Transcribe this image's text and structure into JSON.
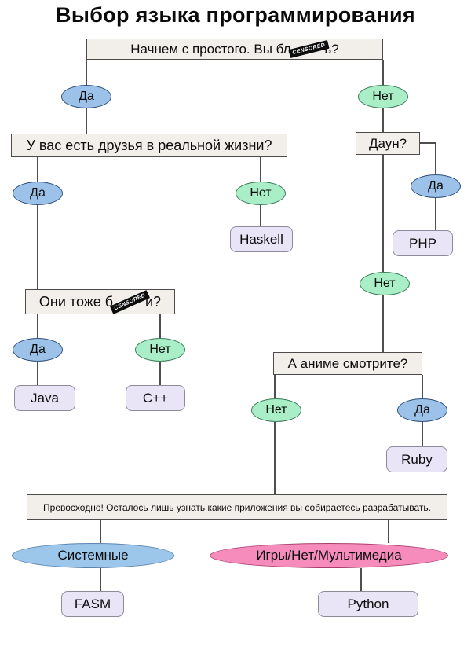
{
  "title": "Выбор языка программирования",
  "censor": {
    "label": "CENSORED"
  },
  "questions": {
    "start": {
      "prefix": "Начнем с простого. Вы бл",
      "suffix": "ь?"
    },
    "friends": "У вас есть друзья в реальной жизни?",
    "down": "Даун?",
    "they": {
      "prefix": "Они тоже б",
      "suffix": "и?"
    },
    "anime": "А аниме смотрите?",
    "final": "Превосходно! Осталось лишь узнать какие приложения вы собираетесь разрабатывать."
  },
  "answers": {
    "yes": "Да",
    "no": "Нет"
  },
  "languages": {
    "haskell": "Haskell",
    "php": "PHP",
    "java": "Java",
    "cpp": "C++",
    "ruby": "Ruby",
    "fasm": "FASM",
    "python": "Python"
  },
  "categories": {
    "system": "Системные",
    "games": "Игры/Нет/Мультимедиа"
  },
  "colors": {
    "yes_fill": "#9dc2e9",
    "no_fill": "#a9eec6",
    "question_fill": "#f2efeb",
    "language_fill": "#eae4f7",
    "system_fill": "#9cc6ea",
    "games_fill": "#f58cbb",
    "line": "#4f4f4f",
    "censor_bg": "#0c0c0c"
  }
}
